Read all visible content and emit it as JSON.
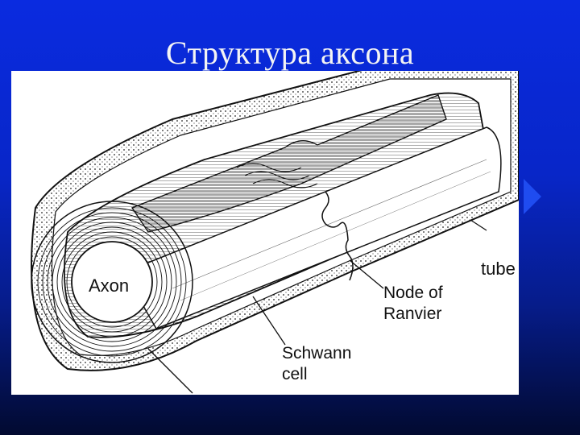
{
  "slide": {
    "title": "Структура аксона"
  },
  "diagram": {
    "labels": {
      "axon": "Axon",
      "tube": "tube",
      "node_line1": "Node of",
      "node_line2": "Ranvier",
      "schwann_line1": "Schwann",
      "schwann_line2": "cell"
    }
  },
  "colors": {
    "background_top": "#0a2be0",
    "background_bottom": "#020a30",
    "title": "#f4f4f4",
    "nav_arrow": "#1f4cf0"
  },
  "icons": {
    "next": "next-slide-arrow-icon"
  }
}
